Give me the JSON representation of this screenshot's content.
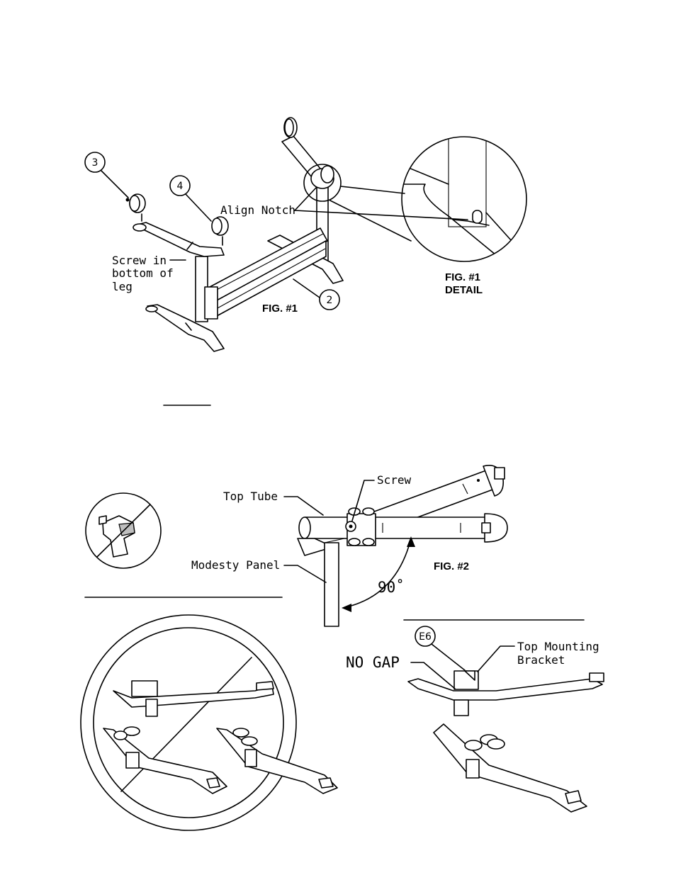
{
  "fig1": {
    "callouts": {
      "c3": "3",
      "c4": "4",
      "c2": "2"
    },
    "align_notch": "Align Notch",
    "screw_note": [
      "Screw in",
      "bottom of",
      "leg"
    ],
    "title": "FIG. #1",
    "detail_title": [
      "FIG. #1",
      "DETAIL"
    ]
  },
  "fig2": {
    "screw": "Screw",
    "top_tube": "Top Tube",
    "modesty_panel": "Modesty Panel",
    "angle": "90˚",
    "title": "FIG. #2"
  },
  "lower": {
    "callout_e6": "E6",
    "no_gap": "NO GAP",
    "top_mounting_bracket": [
      "Top Mounting",
      "Bracket"
    ]
  },
  "icons": [
    "no-power-drill-icon",
    "prohibited-icon"
  ]
}
